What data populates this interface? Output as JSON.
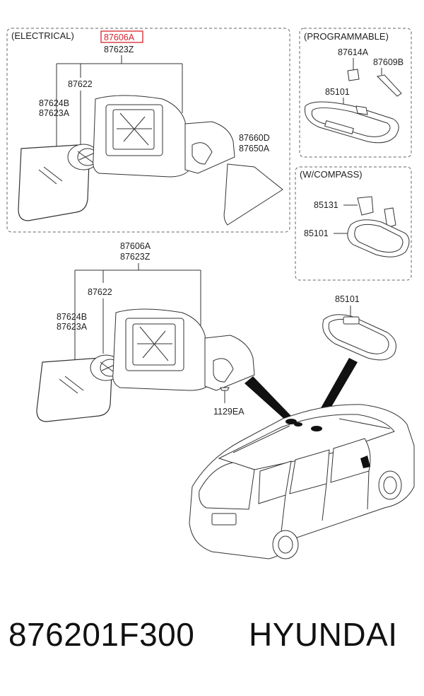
{
  "boxes": {
    "electrical": "(ELECTRICAL)",
    "programmable": "(PROGRAMMABLE)",
    "compass": "(W/COMPASS)"
  },
  "labels": {
    "top_highlight": "87606A",
    "top_sub": "87623Z",
    "top_87622": "87622",
    "top_87624b": "87624B",
    "top_87623a": "87623A",
    "top_87660d": "87660D",
    "top_87650a": "87650A",
    "prog_87614a": "87614A",
    "prog_87609b": "87609B",
    "prog_85101": "85101",
    "comp_85131": "85131",
    "comp_85101": "85101",
    "mid_87606a": "87606A",
    "mid_87623z": "87623Z",
    "mid_87622": "87622",
    "mid_87624b": "87624B",
    "mid_87623a": "87623A",
    "mid_85101": "85101",
    "mid_1129ea": "1129EA"
  },
  "colors": {
    "highlight": "#d9232d",
    "ink": "#222222"
  },
  "footer": {
    "part_number": "876201F300",
    "brand": "HYUNDAI"
  }
}
